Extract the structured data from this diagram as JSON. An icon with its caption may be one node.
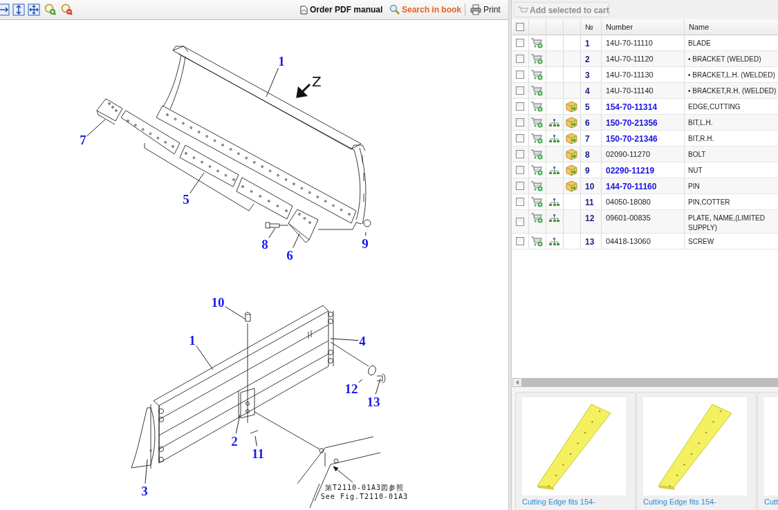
{
  "diagram": {
    "nodes": [
      {
        "text": [
          "1"
        ]
      },
      {
        "text": [
          "7"
        ]
      },
      {
        "text": [
          "5"
        ]
      },
      {
        "text": [
          "8"
        ]
      },
      {
        "text": [
          "6"
        ]
      },
      {
        "text": [
          "9"
        ]
      },
      {
        "text": [
          "10"
        ]
      },
      {
        "text": [
          "1"
        ]
      },
      {
        "text": [
          "4"
        ]
      },
      {
        "text": [
          "12"
        ]
      },
      {
        "text": [
          "13"
        ]
      },
      {
        "text": [
          "2"
        ]
      },
      {
        "text": [
          "11"
        ]
      },
      {
        "text": [
          "3"
        ]
      },
      {
        "text": [
          "第T2110-01A3図参照",
          "See Fig.T2110-01A3"
        ]
      }
    ],
    "edges": [
      {
        "from": 0,
        "to": null,
        "arrow": "none"
      },
      {
        "from": 1,
        "to": null,
        "arrow": "none"
      },
      {
        "from": 2,
        "to": null,
        "arrow": "none"
      },
      {
        "from": 3,
        "to": null,
        "arrow": "none"
      },
      {
        "from": 4,
        "to": null,
        "arrow": "none"
      },
      {
        "from": 5,
        "to": null,
        "arrow": "none"
      },
      {
        "from": 6,
        "to": null,
        "arrow": "none"
      },
      {
        "from": 7,
        "to": null,
        "arrow": "none"
      },
      {
        "from": 8,
        "to": null,
        "arrow": "none"
      },
      {
        "from": 9,
        "to": null,
        "arrow": "none"
      },
      {
        "from": 10,
        "to": null,
        "arrow": "none"
      },
      {
        "from": 11,
        "to": null,
        "arrow": "none"
      },
      {
        "from": 12,
        "to": null,
        "arrow": "none"
      },
      {
        "from": 13,
        "to": null,
        "arrow": "none"
      },
      {
        "from": 14,
        "to": null,
        "arrow": "to"
      }
    ],
    "labels": [
      "Order PDF manual",
      "Search in book",
      "Print",
      "Add selected to cart",
      "№",
      "Number",
      "Name",
      "1",
      "14U-70-11110",
      "BLADE",
      "2",
      "14U-70-11120",
      "• BRACKET (WELDED)",
      "3",
      "14U-70-11130",
      "• BRACKET,L.H. (WELDED)",
      "4",
      "14U-70-11140",
      "• BRACKET,R.H. (WELDED)",
      "5",
      "154-70-11314",
      "EDGE,CUTTING",
      "6",
      "150-70-21356",
      "BIT,L.H.",
      "7",
      "150-70-21346",
      "BIT,R.H.",
      "8",
      "02090-11270",
      "BOLT",
      "9",
      "02290-11219",
      "NUT",
      "10",
      "144-70-11160",
      "PIN",
      "11",
      "04050-18080",
      "PIN,COTTER",
      "12",
      "09601-00835",
      "PLATE, NAME,(LIMITED SUPPLY)",
      "13",
      "04418-13060",
      "SCREW",
      "Cutting Edge fits 154-",
      "Cutting Edge fits 154-",
      "Cutt",
      "Z"
    ]
  }
}
